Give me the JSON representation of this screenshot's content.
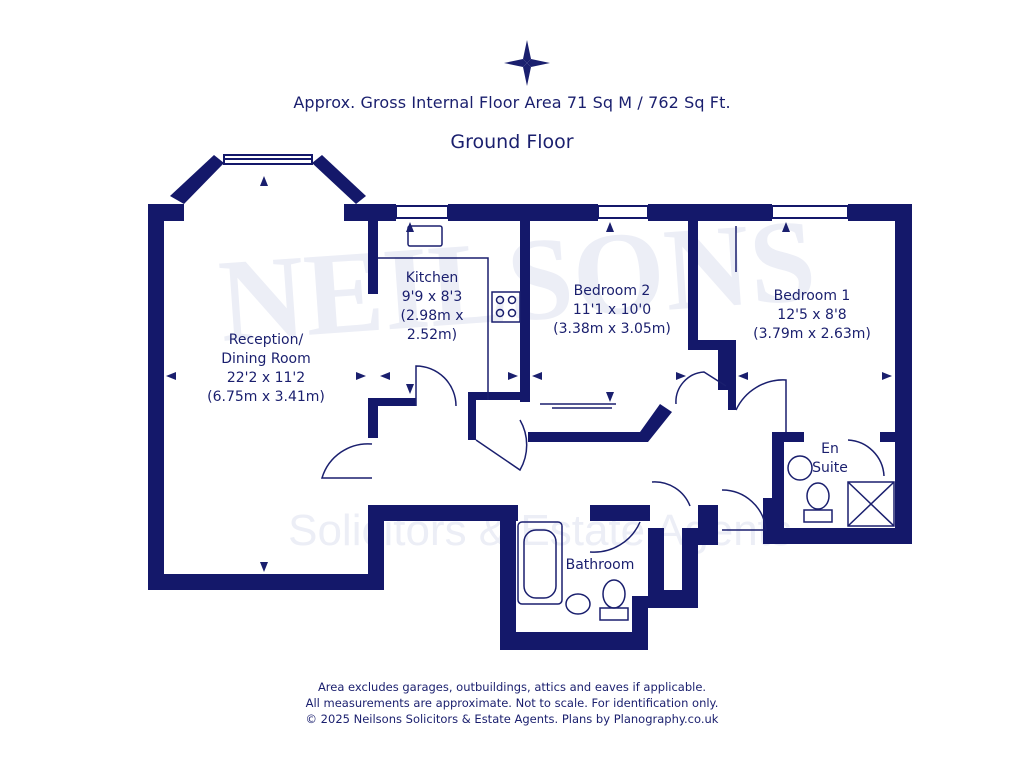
{
  "header": {
    "area_text": "Approx. Gross Internal Floor Area 71 Sq M / 762 Sq Ft.",
    "floor_title": "Ground Floor"
  },
  "rooms": {
    "reception": {
      "line1": "Reception/",
      "line2": "Dining Room",
      "line3": "22'2 x 11'2",
      "line4": "(6.75m x 3.41m)"
    },
    "kitchen": {
      "line1": "Kitchen",
      "line2": "9'9 x 8'3",
      "line3": "(2.98m x",
      "line4": "2.52m)"
    },
    "bedroom2": {
      "line1": "Bedroom 2",
      "line2": "11'1 x 10'0",
      "line3": "(3.38m x 3.05m)"
    },
    "bedroom1": {
      "line1": "Bedroom 1",
      "line2": "12'5 x 8'8",
      "line3": "(3.79m x 2.63m)"
    },
    "ensuite": {
      "line1": "En",
      "line2": "Suite"
    },
    "bathroom": {
      "line1": "Bathroom"
    }
  },
  "watermark": {
    "brand": "NEILSONS",
    "subtitle": "Solicitors & Estate Agents"
  },
  "footer": {
    "line1": "Area excludes garages, outbuildings, attics and eaves if applicable.",
    "line2": "All measurements are approximate. Not to scale. For identification only.",
    "line3": "© 2025 Neilsons Solicitors & Estate Agents. Plans by Planography.co.uk"
  },
  "colors": {
    "wall": "#14186a",
    "line": "#1a1f6e",
    "watermark": "#e8eaf4"
  }
}
